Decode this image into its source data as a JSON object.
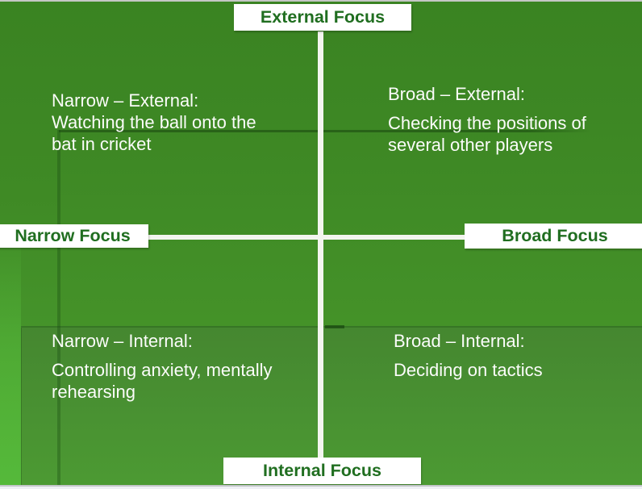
{
  "slide": {
    "axis_labels": {
      "top": "External Focus",
      "bottom": "Internal Focus",
      "left": "Narrow Focus",
      "right": "Broad Focus"
    },
    "quadrants": {
      "top_left": {
        "title": "Narrow – External:",
        "body": "Watching the ball onto the bat in cricket"
      },
      "top_right": {
        "title": "Broad – External:",
        "body": "Checking the positions of several other players"
      },
      "bottom_left": {
        "title": "Narrow – Internal:",
        "body": "Controlling anxiety, mentally rehearsing"
      },
      "bottom_right": {
        "title": "Broad – Internal:",
        "body": "Deciding on tactics"
      }
    },
    "colors": {
      "label_text": "#206e20",
      "label_bg": "#ffffff",
      "cross_line": "#f3f5ef",
      "quadrant_text": "#fbfcfa",
      "bg_green_top": "#3a8322",
      "bg_green_bottom": "#4c9f31",
      "bg_bright_strip": "#55b93a",
      "edge_strip": "#c5c7c5"
    }
  }
}
